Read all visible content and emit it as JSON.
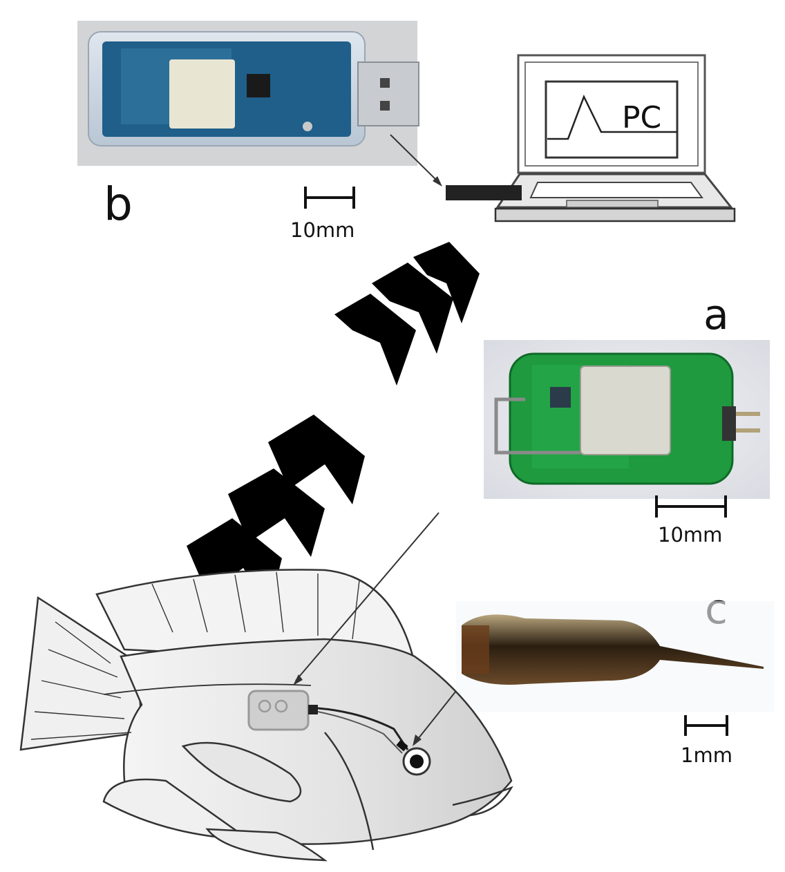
{
  "panels": {
    "a": {
      "label": "a",
      "scale": "10mm"
    },
    "b": {
      "label": "b",
      "scale": "10mm"
    },
    "c": {
      "label": "c",
      "scale": "1mm"
    }
  },
  "laptop": {
    "screen_text": "PC"
  }
}
